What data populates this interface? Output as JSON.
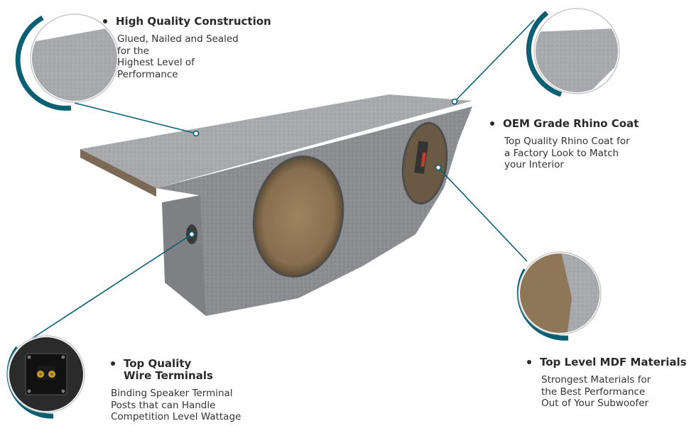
{
  "colors": {
    "accent": "#0b5f73",
    "coating": "#8a8c8f",
    "mdf": "#9c8460"
  },
  "features": [
    {
      "id": "construction",
      "title": "High Quality Construction",
      "desc": [
        "Glued, Nailed and Sealed",
        "for the",
        "Highest Level of",
        "Performance"
      ]
    },
    {
      "id": "rhino",
      "title": "OEM Grade Rhino Coat",
      "desc": [
        "Top Quality Rhino Coat for",
        "a Factory Look to Match",
        "your Interior"
      ]
    },
    {
      "id": "mdf",
      "title": "Top Level MDF Materials",
      "desc": [
        "Strongest Materials for",
        "the Best Performance",
        "Out of  Your Subwoofer"
      ]
    },
    {
      "id": "terminals",
      "title": [
        "Top Quality",
        "Wire Terminals"
      ],
      "desc": [
        "Binding Speaker Terminal",
        "Posts that can Handle",
        "Competition Level Wattage"
      ]
    }
  ]
}
